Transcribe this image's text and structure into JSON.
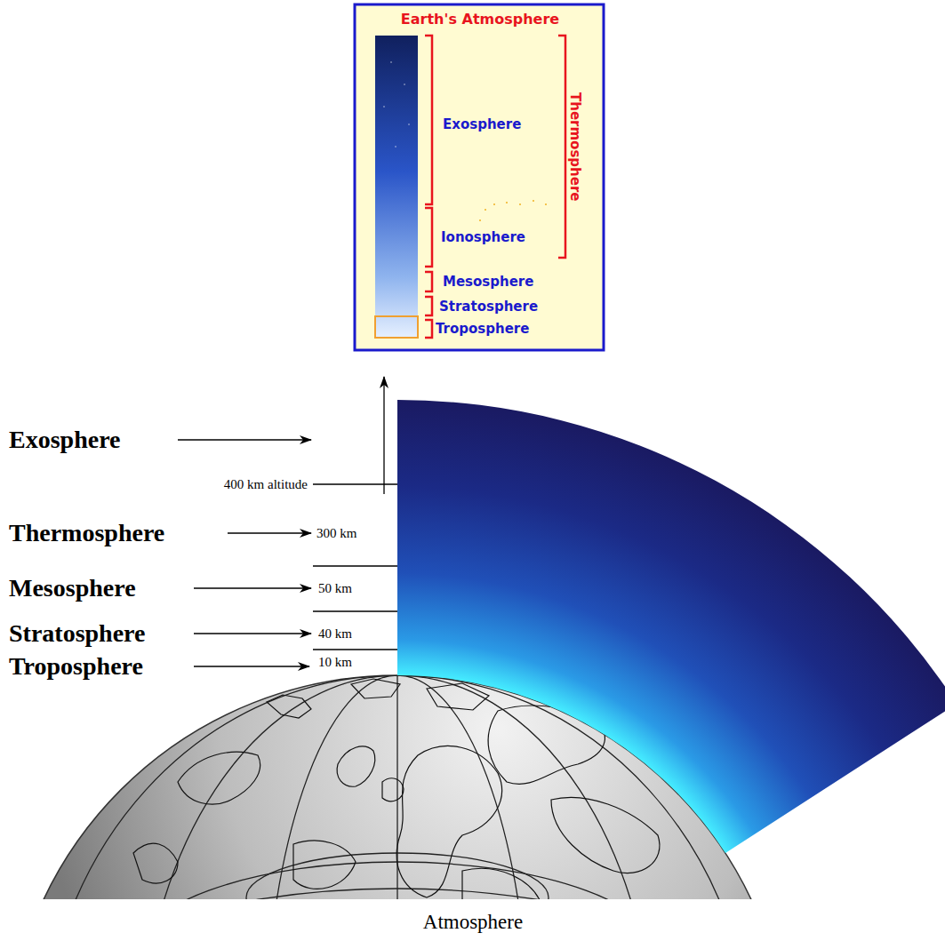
{
  "diagram": {
    "title": "Earth's Atmosphere",
    "caption": "Atmosphere",
    "labels": [
      "Exosphere",
      "Ionosphere",
      "Mesosphere",
      "Stratosphere",
      "Troposphere",
      "Thermosphere",
      "Exosphere",
      "Thermosphere",
      "Mesosphere",
      "Stratosphere",
      "Troposphere",
      "400 km altitude",
      "300 km",
      "50 km",
      "40 km",
      "10 km"
    ]
  }
}
